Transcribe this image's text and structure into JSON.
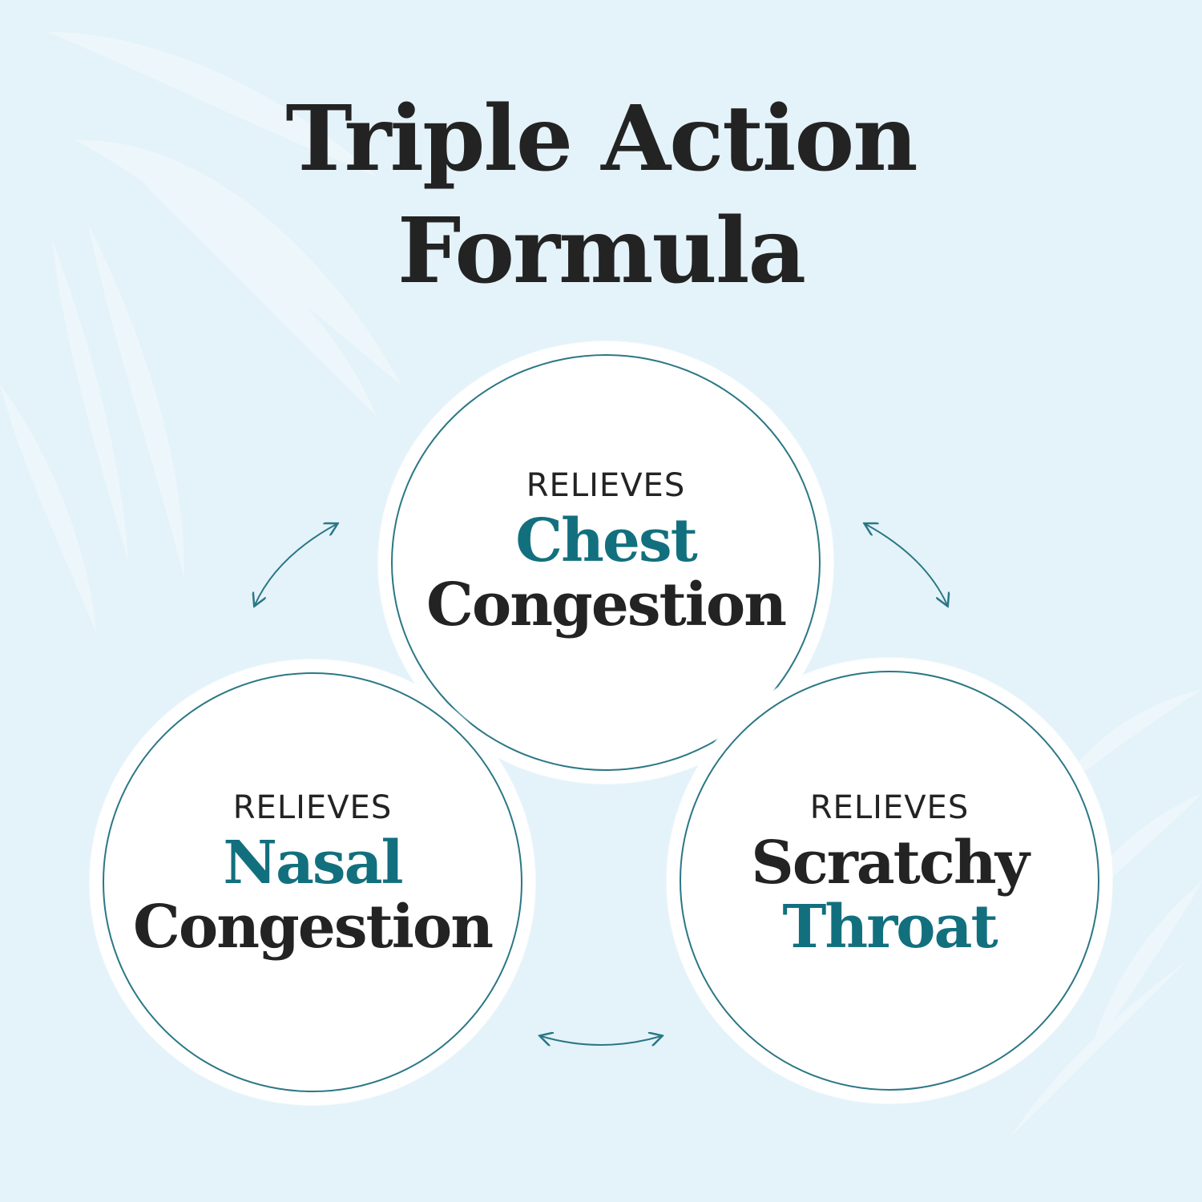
{
  "title": {
    "line1": "Triple Action",
    "line2": "Formula"
  },
  "colors": {
    "background": "#e4f3f9",
    "teal": "#12707e",
    "dark_text": "#232323",
    "circle_fill": "#ffffff",
    "ring": "#2b7785"
  },
  "circles": {
    "top": {
      "label": "RELIEVES",
      "line1": "Chest",
      "line2": "Congestion"
    },
    "left": {
      "label": "RELIEVES",
      "line1": "Nasal",
      "line2": "Congestion"
    },
    "right": {
      "label": "RELIEVES",
      "line1": "Scratchy",
      "line2": "Throat"
    }
  },
  "connectors": [
    {
      "from": "top",
      "to": "left",
      "icon": "double-arrow-icon"
    },
    {
      "from": "top",
      "to": "right",
      "icon": "double-arrow-icon"
    },
    {
      "from": "left",
      "to": "right",
      "icon": "double-arrow-icon"
    }
  ]
}
